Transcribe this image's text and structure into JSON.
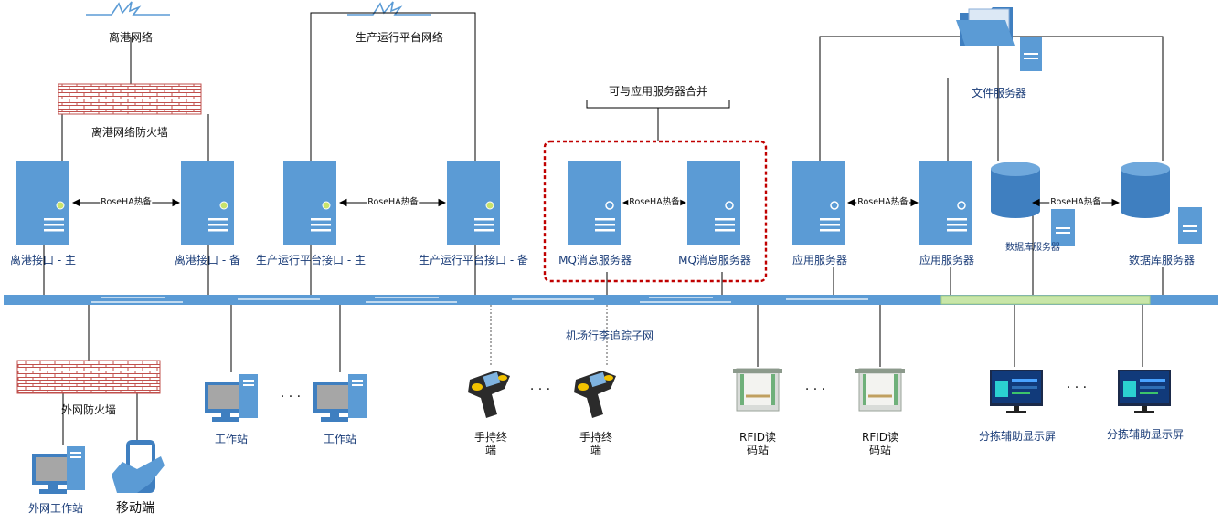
{
  "networks": {
    "departure": "离港网络",
    "production": "生产运行平台网络",
    "subnet": "机场行李追踪子网"
  },
  "note": "可与应用服务器合并",
  "hot_standby": "RoseHA热备",
  "firewalls": {
    "departure": "离港网络防火墙",
    "external": "外网防火墙"
  },
  "servers": {
    "departure_primary": "离港接口 - 主",
    "departure_backup": "离港接口 - 备",
    "production_primary": "生产运行平台接口 - 主",
    "production_backup": "生产运行平台接口 - 备",
    "mq1": "MQ消息服务器",
    "mq2": "MQ消息服务器",
    "app1": "应用服务器",
    "app2": "应用服务器",
    "file": "文件服务器",
    "db1": "数据库服务器",
    "db2": "数据库服务器"
  },
  "clients": {
    "external_workstation": "外网工作站",
    "mobile": "移动端",
    "workstation1": "工作站",
    "workstation2": "工作站",
    "handheld1": "手持终端",
    "handheld2": "手持终端",
    "rfid1": "RFID读码站",
    "rfid2": "RFID读码站",
    "sort_display1": "分拣辅助显示屏",
    "sort_display2": "分拣辅助显示屏"
  },
  "ellipsis": "· · ·",
  "colors": {
    "server_blue": "#5b9bd5",
    "firewall_red": "#c0504d",
    "note_red": "#c00000",
    "label_blue": "#1a3c78"
  }
}
